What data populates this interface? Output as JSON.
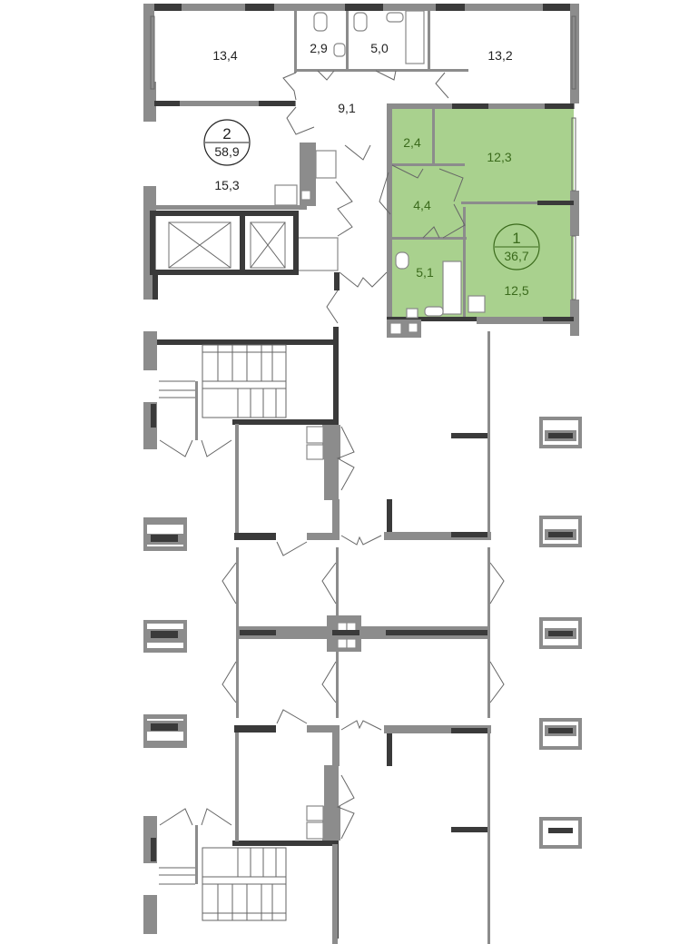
{
  "colors": {
    "apartment_highlight": "#a9d18e",
    "highlight_text": "#3b6b1c",
    "wall_gray": "#8c8c8c",
    "wall_dark": "#3a3a3a"
  },
  "apartments": [
    {
      "number": "2",
      "area": "58,9",
      "rooms": {
        "room_a": "13,4",
        "wc": "2,9",
        "bath": "5,0",
        "room_b": "13,2",
        "hall": "9,1",
        "room_c": "15,3"
      }
    },
    {
      "number": "1",
      "area": "36,7",
      "rooms": {
        "closet": "2,4",
        "bedroom": "12,3",
        "hall": "4,4",
        "bath": "5,1",
        "living": "12,5"
      }
    }
  ]
}
